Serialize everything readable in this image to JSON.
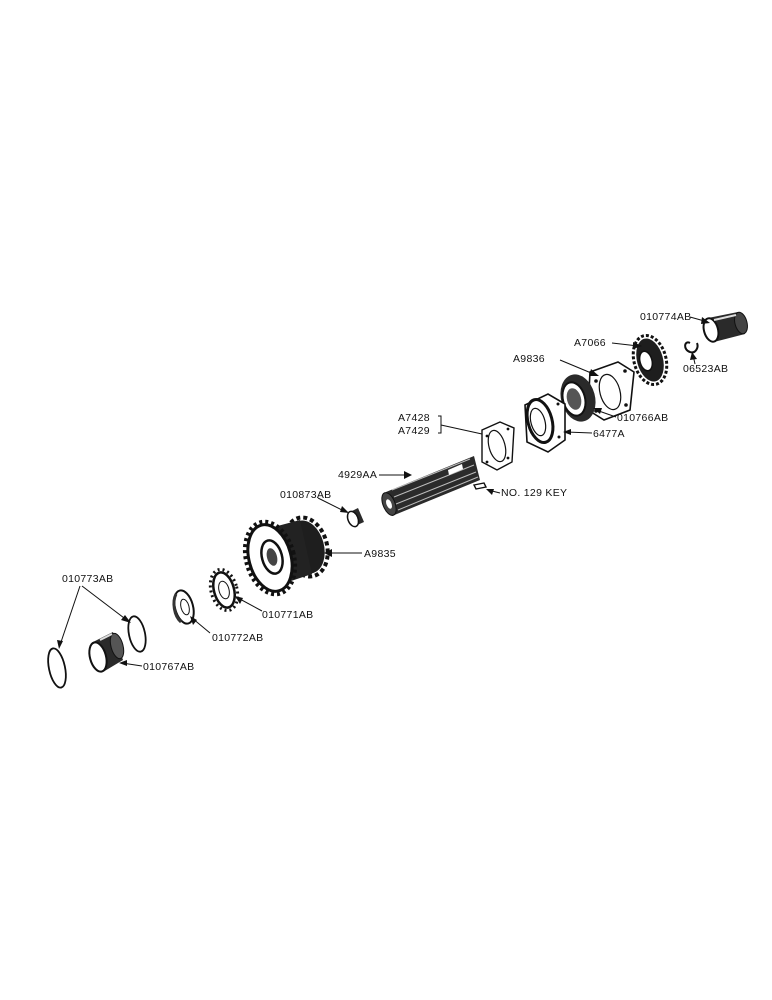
{
  "diagram": {
    "parts": [
      {
        "id": "p010774AB",
        "label": "010774AB",
        "kind": "sleeve"
      },
      {
        "id": "p06523AB",
        "label": "06523AB",
        "kind": "snap-ring"
      },
      {
        "id": "pA7066",
        "label": "A7066",
        "kind": "gear"
      },
      {
        "id": "pA9836",
        "label": "A9836",
        "kind": "retainer-plate"
      },
      {
        "id": "p010766AB",
        "label": "010766AB",
        "kind": "bearing"
      },
      {
        "id": "p6477A",
        "label": "6477A",
        "kind": "bearing-cage"
      },
      {
        "id": "pA7428",
        "label": "A7428",
        "kind": "gasket"
      },
      {
        "id": "pA7429",
        "label": "A7429",
        "kind": "gasket"
      },
      {
        "id": "p4929AA",
        "label": "4929AA",
        "kind": "splined-shaft"
      },
      {
        "id": "pkey",
        "label": "NO. 129 KEY",
        "kind": "key"
      },
      {
        "id": "p010873AB",
        "label": "010873AB",
        "kind": "bushing"
      },
      {
        "id": "pA9835",
        "label": "A9835",
        "kind": "cluster-gear"
      },
      {
        "id": "p010771AB",
        "label": "010771AB",
        "kind": "lock-washer"
      },
      {
        "id": "p010772AB",
        "label": "010772AB",
        "kind": "washer"
      },
      {
        "id": "p010773AB",
        "label": "010773AB",
        "kind": "snap-rings"
      },
      {
        "id": "p010767AB",
        "label": "010767AB",
        "kind": "bearing"
      }
    ]
  }
}
